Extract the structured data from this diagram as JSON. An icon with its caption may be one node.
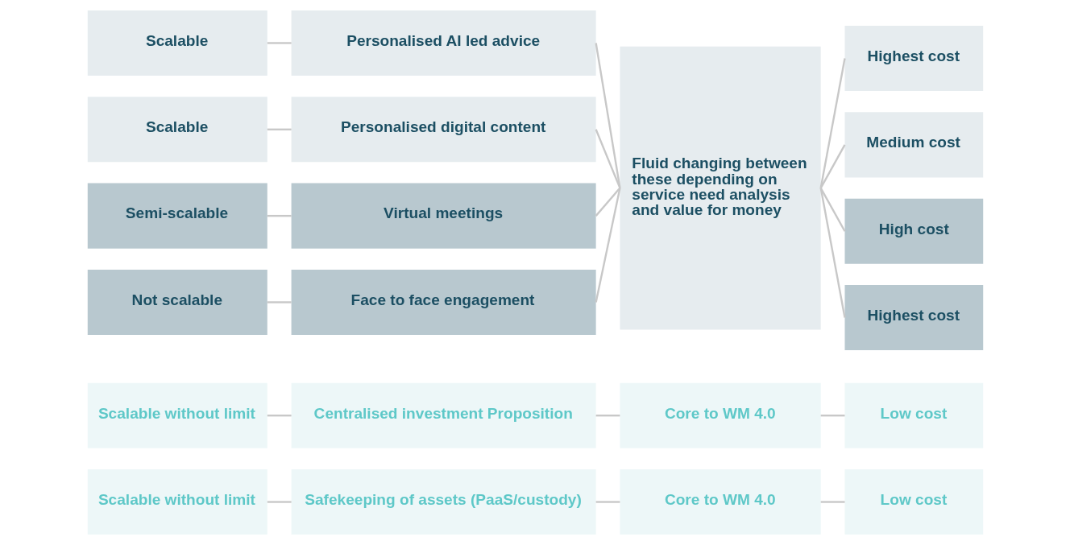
{
  "diagram": {
    "nodes": [
      {
        "text": [
          "Not scalable"
        ]
      },
      {
        "text": [
          "Face to face engagement"
        ]
      },
      {
        "text": [
          "Fluid changing between these depending on service need analysis and value for money"
        ]
      },
      {
        "text": [
          "Highest cost"
        ]
      },
      {
        "text": [
          "Semi-scalable"
        ]
      },
      {
        "text": [
          "Virtual meetings"
        ]
      },
      {
        "text": [
          "High cost"
        ]
      },
      {
        "text": [
          "Scalable"
        ]
      },
      {
        "text": [
          "Personalised digital content"
        ]
      },
      {
        "text": [
          "Medium cost"
        ]
      },
      {
        "text": [
          "Scalable"
        ]
      },
      {
        "text": [
          "Personalised AI led advice"
        ]
      },
      {
        "text": [
          "Highest cost"
        ]
      },
      {
        "text": [
          "Scalable without limit"
        ]
      },
      {
        "text": [
          "Centralised investment Proposition"
        ]
      },
      {
        "text": [
          "Core to WM 4.0"
        ]
      },
      {
        "text": [
          "Low cost"
        ]
      },
      {
        "text": [
          "Scalable without limit"
        ]
      },
      {
        "text": [
          "Safekeeping of assets (PaaS/custody)"
        ]
      },
      {
        "text": [
          "Core to WM 4.0"
        ]
      },
      {
        "text": [
          "Low cost"
        ]
      }
    ],
    "edges": [
      {
        "from": 0,
        "to": 1,
        "arrow": "none"
      },
      {
        "from": 1,
        "to": 2,
        "arrow": "none"
      },
      {
        "from": 2,
        "to": 3,
        "arrow": "none"
      },
      {
        "from": 4,
        "to": 5,
        "arrow": "none"
      },
      {
        "from": 5,
        "to": 2,
        "arrow": "none"
      },
      {
        "from": 2,
        "to": 6,
        "arrow": "none"
      },
      {
        "from": 7,
        "to": 8,
        "arrow": "none"
      },
      {
        "from": 8,
        "to": 2,
        "arrow": "none"
      },
      {
        "from": 2,
        "to": 9,
        "arrow": "none"
      },
      {
        "from": 10,
        "to": 11,
        "arrow": "none"
      },
      {
        "from": 11,
        "to": 2,
        "arrow": "none"
      },
      {
        "from": 2,
        "to": 12,
        "arrow": "none"
      },
      {
        "from": 13,
        "to": 14,
        "arrow": "none"
      },
      {
        "from": 14,
        "to": 15,
        "arrow": "none"
      },
      {
        "from": 15,
        "to": 16,
        "arrow": "none"
      },
      {
        "from": 17,
        "to": 18,
        "arrow": "none"
      },
      {
        "from": 18,
        "to": 19,
        "arrow": "none"
      },
      {
        "from": 19,
        "to": 20,
        "arrow": "none"
      }
    ]
  }
}
